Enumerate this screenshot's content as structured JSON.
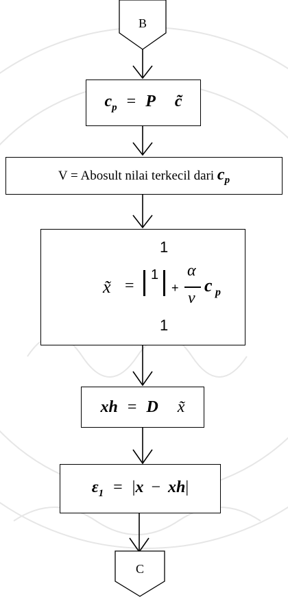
{
  "connector_top": "B",
  "connector_bottom": "C",
  "step1": {
    "lhs": "c",
    "lhs_sub": "p",
    "eq": "=",
    "op1": "P",
    "op2": "c̃"
  },
  "step2": {
    "text": "V = Abosult nilai terkecil dari ",
    "var": "c",
    "var_sub": "p"
  },
  "step3": {
    "lhs": "x̃",
    "eq": "=",
    "vec_top": "1",
    "vec_mid": "1",
    "vec_bottom": "1",
    "plus": "+",
    "frac_num": "α",
    "frac_den": "v",
    "var": "c",
    "var_sub": "p"
  },
  "step4": {
    "lhs": "xh",
    "eq": "=",
    "op1": "D",
    "op2": "x̃"
  },
  "step5": {
    "lhs": "ε",
    "lhs_sub": "1",
    "eq": "=",
    "rhs_open": "|",
    "rhs_x": "x",
    "minus": "−",
    "rhs_xh": "xh",
    "rhs_close": "|"
  }
}
